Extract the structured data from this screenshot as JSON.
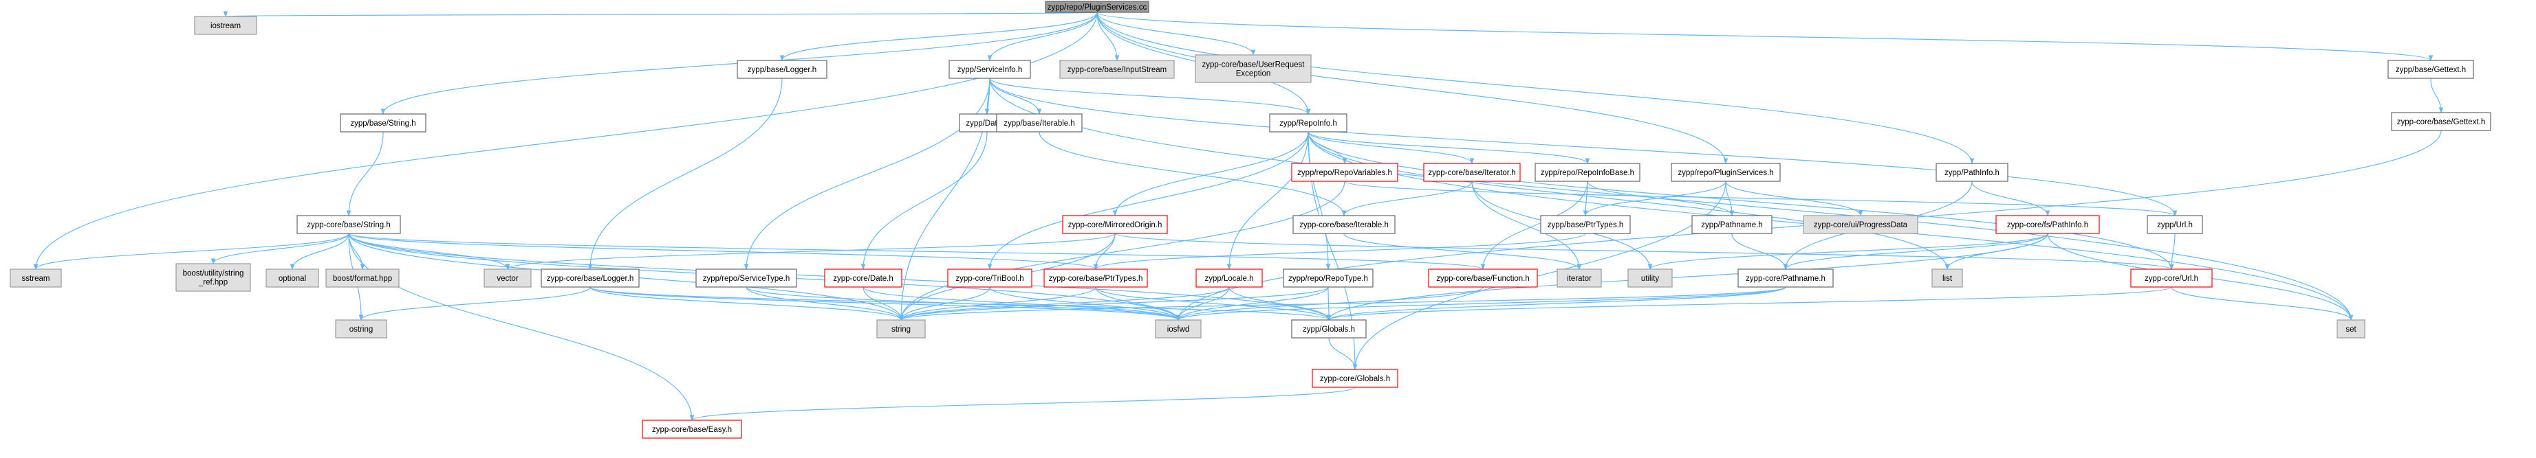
{
  "diagram": {
    "colors": {
      "edge": "#63b8ff",
      "root_fill": "#999999",
      "root_border": "#666666",
      "system_fill": "#e0e0e0",
      "system_border": "#999999",
      "normal_fill": "#ffffff",
      "normal_border": "#666666",
      "missing_border": "#ff0000"
    },
    "nodes": [
      {
        "id": "root",
        "lines": [
          "zypp/repo/PluginServices.cc"
        ],
        "kind": "root"
      },
      {
        "id": "iostream",
        "lines": [
          "iostream"
        ],
        "kind": "system"
      },
      {
        "id": "base_logger",
        "lines": [
          "zypp/base/Logger.h"
        ],
        "kind": "normal"
      },
      {
        "id": "serviceinfo",
        "lines": [
          "zypp/ServiceInfo.h"
        ],
        "kind": "normal"
      },
      {
        "id": "inputstream",
        "lines": [
          "zypp-core/base/InputStream"
        ],
        "kind": "system"
      },
      {
        "id": "userreq",
        "lines": [
          "zypp-core/base/UserRequest",
          "Exception"
        ],
        "kind": "system"
      },
      {
        "id": "base_gettext",
        "lines": [
          "zypp/base/Gettext.h"
        ],
        "kind": "normal"
      },
      {
        "id": "core_gettext",
        "lines": [
          "zypp-core/base/Gettext.h"
        ],
        "kind": "normal"
      },
      {
        "id": "base_string",
        "lines": [
          "zypp/base/String.h"
        ],
        "kind": "normal"
      },
      {
        "id": "date",
        "lines": [
          "zypp/Date.h"
        ],
        "kind": "normal"
      },
      {
        "id": "base_iterable",
        "lines": [
          "zypp/base/Iterable.h"
        ],
        "kind": "normal"
      },
      {
        "id": "repoinfo",
        "lines": [
          "zypp/RepoInfo.h"
        ],
        "kind": "normal"
      },
      {
        "id": "repovariables",
        "lines": [
          "zypp/repo/RepoVariables.h"
        ],
        "kind": "missing"
      },
      {
        "id": "core_iterator",
        "lines": [
          "zypp-core/base/Iterator.h"
        ],
        "kind": "missing"
      },
      {
        "id": "repoinfobase",
        "lines": [
          "zypp/repo/RepoInfoBase.h"
        ],
        "kind": "normal"
      },
      {
        "id": "pluginservices_h",
        "lines": [
          "zypp/repo/PluginServices.h"
        ],
        "kind": "normal"
      },
      {
        "id": "pathinfo",
        "lines": [
          "zypp/PathInfo.h"
        ],
        "kind": "normal"
      },
      {
        "id": "core_string",
        "lines": [
          "zypp-core/base/String.h"
        ],
        "kind": "normal"
      },
      {
        "id": "mirroredorigin",
        "lines": [
          "zypp-core/MirroredOrigin.h"
        ],
        "kind": "missing"
      },
      {
        "id": "core_iterable",
        "lines": [
          "zypp-core/base/Iterable.h"
        ],
        "kind": "normal"
      },
      {
        "id": "base_ptrtypes",
        "lines": [
          "zypp/base/PtrTypes.h"
        ],
        "kind": "normal"
      },
      {
        "id": "pathname",
        "lines": [
          "zypp/Pathname.h"
        ],
        "kind": "normal"
      },
      {
        "id": "progressdata",
        "lines": [
          "zypp-core/ui/ProgressData"
        ],
        "kind": "system"
      },
      {
        "id": "fs_pathinfo",
        "lines": [
          "zypp-core/fs/PathInfo.h"
        ],
        "kind": "missing"
      },
      {
        "id": "url",
        "lines": [
          "zypp/Url.h"
        ],
        "kind": "normal"
      },
      {
        "id": "sstream",
        "lines": [
          "sstream"
        ],
        "kind": "system"
      },
      {
        "id": "boost_ref",
        "lines": [
          "boost/utility/string",
          "_ref.hpp"
        ],
        "kind": "system"
      },
      {
        "id": "optional",
        "lines": [
          "optional"
        ],
        "kind": "system"
      },
      {
        "id": "boost_format",
        "lines": [
          "boost/format.hpp"
        ],
        "kind": "system"
      },
      {
        "id": "vector",
        "lines": [
          "vector"
        ],
        "kind": "system"
      },
      {
        "id": "core_logger",
        "lines": [
          "zypp-core/base/Logger.h"
        ],
        "kind": "normal"
      },
      {
        "id": "servicetype",
        "lines": [
          "zypp/repo/ServiceType.h"
        ],
        "kind": "normal"
      },
      {
        "id": "core_date",
        "lines": [
          "zypp-core/Date.h"
        ],
        "kind": "missing"
      },
      {
        "id": "tribool",
        "lines": [
          "zypp-core/TriBool.h"
        ],
        "kind": "missing"
      },
      {
        "id": "core_ptrtypes",
        "lines": [
          "zypp-core/base/PtrTypes.h"
        ],
        "kind": "missing"
      },
      {
        "id": "locale",
        "lines": [
          "zypp/Locale.h"
        ],
        "kind": "missing"
      },
      {
        "id": "repotype",
        "lines": [
          "zypp/repo/RepoType.h"
        ],
        "kind": "normal"
      },
      {
        "id": "core_function",
        "lines": [
          "zypp-core/base/Function.h"
        ],
        "kind": "missing"
      },
      {
        "id": "iterator",
        "lines": [
          "iterator"
        ],
        "kind": "system"
      },
      {
        "id": "utility",
        "lines": [
          "utility"
        ],
        "kind": "system"
      },
      {
        "id": "core_pathname",
        "lines": [
          "zypp-core/Pathname.h"
        ],
        "kind": "normal"
      },
      {
        "id": "list",
        "lines": [
          "list"
        ],
        "kind": "system"
      },
      {
        "id": "core_url",
        "lines": [
          "zypp-core/Url.h"
        ],
        "kind": "missing"
      },
      {
        "id": "ostring",
        "lines": [
          "ostring"
        ],
        "kind": "system"
      },
      {
        "id": "string",
        "lines": [
          "string"
        ],
        "kind": "system"
      },
      {
        "id": "iosfwd",
        "lines": [
          "iosfwd"
        ],
        "kind": "system"
      },
      {
        "id": "globals",
        "lines": [
          "zypp/Globals.h"
        ],
        "kind": "normal"
      },
      {
        "id": "set",
        "lines": [
          "set"
        ],
        "kind": "system"
      },
      {
        "id": "core_globals",
        "lines": [
          "zypp-core/Globals.h"
        ],
        "kind": "missing"
      },
      {
        "id": "core_easy",
        "lines": [
          "zypp-core/base/Easy.h"
        ],
        "kind": "missing"
      }
    ],
    "edges": [
      [
        "root",
        "iostream"
      ],
      [
        "root",
        "base_logger"
      ],
      [
        "root",
        "serviceinfo"
      ],
      [
        "root",
        "inputstream"
      ],
      [
        "root",
        "userreq"
      ],
      [
        "root",
        "base_gettext"
      ],
      [
        "root",
        "base_string"
      ],
      [
        "root",
        "repoinfo"
      ],
      [
        "root",
        "pluginservices_h"
      ],
      [
        "root",
        "pathinfo"
      ],
      [
        "root",
        "sstream"
      ],
      [
        "base_gettext",
        "core_gettext"
      ],
      [
        "core_gettext",
        "iosfwd"
      ],
      [
        "base_logger",
        "core_logger"
      ],
      [
        "base_string",
        "core_string"
      ],
      [
        "serviceinfo",
        "date"
      ],
      [
        "serviceinfo",
        "base_iterable"
      ],
      [
        "serviceinfo",
        "repoinfo"
      ],
      [
        "serviceinfo",
        "servicetype"
      ],
      [
        "serviceinfo",
        "url"
      ],
      [
        "serviceinfo",
        "set"
      ],
      [
        "serviceinfo",
        "string"
      ],
      [
        "date",
        "core_date"
      ],
      [
        "core_date",
        "iosfwd"
      ],
      [
        "core_date",
        "string"
      ],
      [
        "base_iterable",
        "core_iterable"
      ],
      [
        "core_iterable",
        "iterator"
      ],
      [
        "repoinfo",
        "repovariables"
      ],
      [
        "repoinfo",
        "core_iterator"
      ],
      [
        "repoinfo",
        "repoinfobase"
      ],
      [
        "repoinfo",
        "mirroredorigin"
      ],
      [
        "repoinfo",
        "locale"
      ],
      [
        "repoinfo",
        "repotype"
      ],
      [
        "repoinfo",
        "tribool"
      ],
      [
        "repoinfo",
        "core_globals"
      ],
      [
        "repoinfo",
        "list"
      ],
      [
        "repoinfo",
        "set"
      ],
      [
        "repoinfo",
        "core_url"
      ],
      [
        "repovariables",
        "string"
      ],
      [
        "repovariables",
        "url"
      ],
      [
        "core_iterator",
        "core_iterable"
      ],
      [
        "core_iterator",
        "iterator"
      ],
      [
        "core_iterator",
        "utility"
      ],
      [
        "repoinfobase",
        "base_ptrtypes"
      ],
      [
        "repoinfobase",
        "pathname"
      ],
      [
        "repoinfobase",
        "core_function"
      ],
      [
        "pluginservices_h",
        "base_ptrtypes"
      ],
      [
        "pluginservices_h",
        "pathname"
      ],
      [
        "pluginservices_h",
        "progressdata"
      ],
      [
        "pluginservices_h",
        "core_globals"
      ],
      [
        "pathinfo",
        "fs_pathinfo"
      ],
      [
        "pathinfo",
        "core_pathname"
      ],
      [
        "fs_pathinfo",
        "core_pathname"
      ],
      [
        "fs_pathinfo",
        "utility"
      ],
      [
        "fs_pathinfo",
        "list"
      ],
      [
        "fs_pathinfo",
        "set"
      ],
      [
        "fs_pathinfo",
        "globals"
      ],
      [
        "url",
        "core_url"
      ],
      [
        "core_url",
        "set"
      ],
      [
        "core_url",
        "globals"
      ],
      [
        "mirroredorigin",
        "core_url"
      ],
      [
        "mirroredorigin",
        "core_ptrtypes"
      ],
      [
        "mirroredorigin",
        "vector"
      ],
      [
        "mirroredorigin",
        "string"
      ],
      [
        "base_ptrtypes",
        "core_ptrtypes"
      ],
      [
        "pathname",
        "core_pathname"
      ],
      [
        "core_string",
        "sstream"
      ],
      [
        "core_string",
        "boost_ref"
      ],
      [
        "core_string",
        "optional"
      ],
      [
        "core_string",
        "boost_format"
      ],
      [
        "core_string",
        "vector"
      ],
      [
        "core_string",
        "ostring"
      ],
      [
        "core_string",
        "string"
      ],
      [
        "core_string",
        "iosfwd"
      ],
      [
        "core_string",
        "core_easy"
      ],
      [
        "core_string",
        "core_ptrtypes"
      ],
      [
        "core_string",
        "core_function"
      ],
      [
        "core_string",
        "globals"
      ],
      [
        "core_logger",
        "ostring"
      ],
      [
        "core_logger",
        "iosfwd"
      ],
      [
        "core_logger",
        "string"
      ],
      [
        "core_logger",
        "globals"
      ],
      [
        "servicetype",
        "string"
      ],
      [
        "servicetype",
        "iosfwd"
      ],
      [
        "tribool",
        "iosfwd"
      ],
      [
        "tribool",
        "string"
      ],
      [
        "core_ptrtypes",
        "string"
      ],
      [
        "core_ptrtypes",
        "iosfwd"
      ],
      [
        "core_ptrtypes",
        "globals"
      ],
      [
        "locale",
        "iosfwd"
      ],
      [
        "locale",
        "string"
      ],
      [
        "locale",
        "globals"
      ],
      [
        "repotype",
        "iosfwd"
      ],
      [
        "repotype",
        "string"
      ],
      [
        "repotype",
        "globals"
      ],
      [
        "core_function",
        "iosfwd"
      ],
      [
        "core_pathname",
        "iosfwd"
      ],
      [
        "core_pathname",
        "string"
      ],
      [
        "core_pathname",
        "globals"
      ],
      [
        "globals",
        "core_globals"
      ],
      [
        "core_globals",
        "core_easy"
      ]
    ]
  }
}
